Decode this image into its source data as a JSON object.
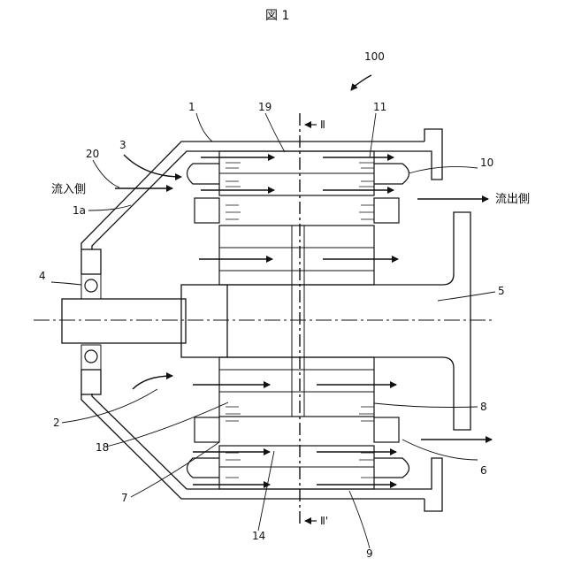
{
  "figure": {
    "title": "図 1",
    "section_top": "Ⅱ",
    "section_bottom": "Ⅱ'",
    "inlet_label": "流入側",
    "outlet_label": "流出側"
  },
  "labels": {
    "n100": "100",
    "n1": "1",
    "n19": "19",
    "n11": "11",
    "n3": "3",
    "n20": "20",
    "n10": "10",
    "n1a": "1a",
    "n4": "4",
    "n5": "5",
    "n2": "2",
    "n8": "8",
    "n18": "18",
    "n6": "6",
    "n7": "7",
    "n14": "14",
    "n9": "9"
  }
}
